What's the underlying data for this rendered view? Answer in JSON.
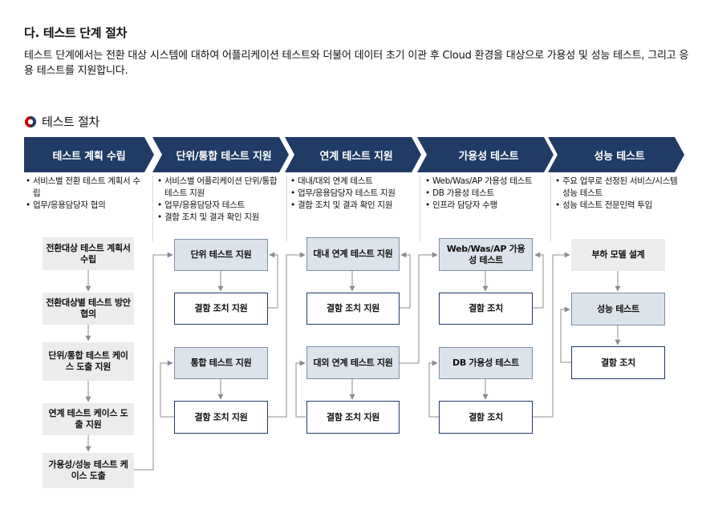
{
  "section": {
    "heading": "다. 테스트 단계 절차",
    "intro": "테스트 단계에서는 전환 대상 시스템에 대하여 어플리케이션 테스트와 더불어 데이터 초기 이관 후 Cloud 환경을 대상으로 가용성 및 성능 테스트, 그리고 응용 테스트를 지원합니다."
  },
  "subheading": "테스트 절차",
  "colors": {
    "phase_fill": "#1f3b66",
    "box_gray": "#ececec",
    "box_filled": "#dde3ea",
    "box_outline": "#1f3b66",
    "connector": "#8c8c8c",
    "mark_red": "#c00000",
    "mark_navy": "#1f3b66"
  },
  "phases": [
    {
      "label": "테스트 계획 수립",
      "bullets": [
        "서비스별 전환 테스트 계획서 수립",
        "업무/응용담당자 협의"
      ]
    },
    {
      "label": "단위/통합 테스트 지원",
      "bullets": [
        "서비스별 어플리케이션 단위/통합 테스트 지원",
        "업무/응용담당자 테스트",
        "결함 조치 및 결과 확인 지원"
      ]
    },
    {
      "label": "연계 테스트 지원",
      "bullets": [
        "대내/대외 연계 테스트",
        "업무/응용담당자 테스트 지원",
        "결함 조치 및 결과 확인 지원"
      ]
    },
    {
      "label": "가용성 테스트",
      "bullets": [
        "Web/Was/AP 가용성 테스트",
        "DB 가용성 테스트",
        "인프라 담당자 수행"
      ]
    },
    {
      "label": "성능 테스트",
      "bullets": [
        "주요 업무로 선정된 서비스/시스템 성능 테스트",
        "성능 테스트 전문인력 투입"
      ]
    }
  ],
  "flow": {
    "planning": [
      "전환대상 테스트 계획서 수립",
      "전환대상별 테스트 방안 협의",
      "단위/통합 테스트 케이스 도출 지원",
      "연계 테스트 케이스 도출 지원",
      "가용성/성능 테스트 케이스 도출"
    ],
    "unit_integration": [
      "단위 테스트 지원",
      "결함 조치 지원",
      "통합 테스트 지원",
      "결함 조치 지원"
    ],
    "integration_link": [
      "대내 연계 테스트 지원",
      "결함 조치 지원",
      "대외 연계 테스트 지원",
      "결함 조치 지원"
    ],
    "availability": [
      "Web/Was/AP 가용성 테스트",
      "결함 조치",
      "DB 가용성 테스트",
      "결함 조치"
    ],
    "performance": [
      "부하 모델 설계",
      "성능 테스트",
      "결함 조치"
    ]
  }
}
